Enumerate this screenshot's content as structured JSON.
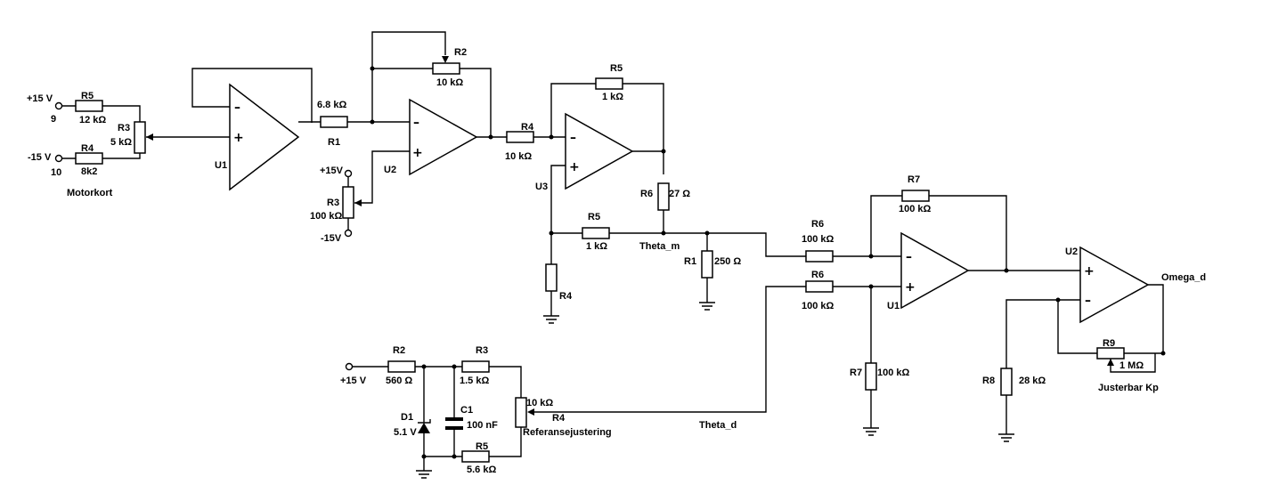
{
  "stage1": {
    "pos_supply": "+15 V",
    "pos_pin": "9",
    "neg_supply": "-15 V",
    "neg_pin": "10",
    "r5_name": "R5",
    "r5_value": "12 kΩ",
    "r4_name": "R4",
    "r4_value": "8k2",
    "r3_name": "R3",
    "r3_value": "5 kΩ",
    "block_label": "Motorkort",
    "opamp": "U1"
  },
  "stage2": {
    "r1_name": "R1",
    "r1_value": "6.8 kΩ",
    "r2_name": "R2",
    "r2_value": "10 kΩ",
    "opamp": "U2",
    "pos_supply": "+15V",
    "neg_supply": "-15V",
    "r3_name": "R3",
    "r3_value": "100 kΩ"
  },
  "stage3": {
    "r4_name": "R4",
    "r4_value": "10 kΩ",
    "r5_name": "R5",
    "r5_value": "1 kΩ",
    "opamp": "U3",
    "r6_name": "R6",
    "r6_value": "27 Ω",
    "r5b_name": "R5",
    "r5b_value": "1 kΩ",
    "r4b_name": "R4",
    "node_label": "Theta_m",
    "r1_name": "R1",
    "r1_value": "250 Ω"
  },
  "reference": {
    "supply": "+15 V",
    "r2_name": "R2",
    "r2_value": "560 Ω",
    "r3_name": "R3",
    "r3_value": "1.5 kΩ",
    "c1_name": "C1",
    "c1_value": "100 nF",
    "d1_name": "D1",
    "d1_value": "5.1 V",
    "r5_name": "R5",
    "r5_value": "5.6 kΩ",
    "pot_value": "10 kΩ",
    "pot_name": "R4",
    "pot_label": "Referansejustering",
    "node_label": "Theta_d"
  },
  "diff_amp": {
    "r6_top_name": "R6",
    "r6_top_value": "100 kΩ",
    "r6_bot_name": "R6",
    "r6_bot_value": "100 kΩ",
    "r7_fb_name": "R7",
    "r7_fb_value": "100 kΩ",
    "r7_gnd_name": "R7",
    "r7_gnd_value": "100 kΩ",
    "opamp": "U1"
  },
  "output_stage": {
    "opamp": "U2",
    "output_label": "Omega_d",
    "r9_name": "R9",
    "r9_value": "1 MΩ",
    "r9_label": "Justerbar Kp",
    "r8_name": "R8",
    "r8_value": "28 kΩ"
  }
}
